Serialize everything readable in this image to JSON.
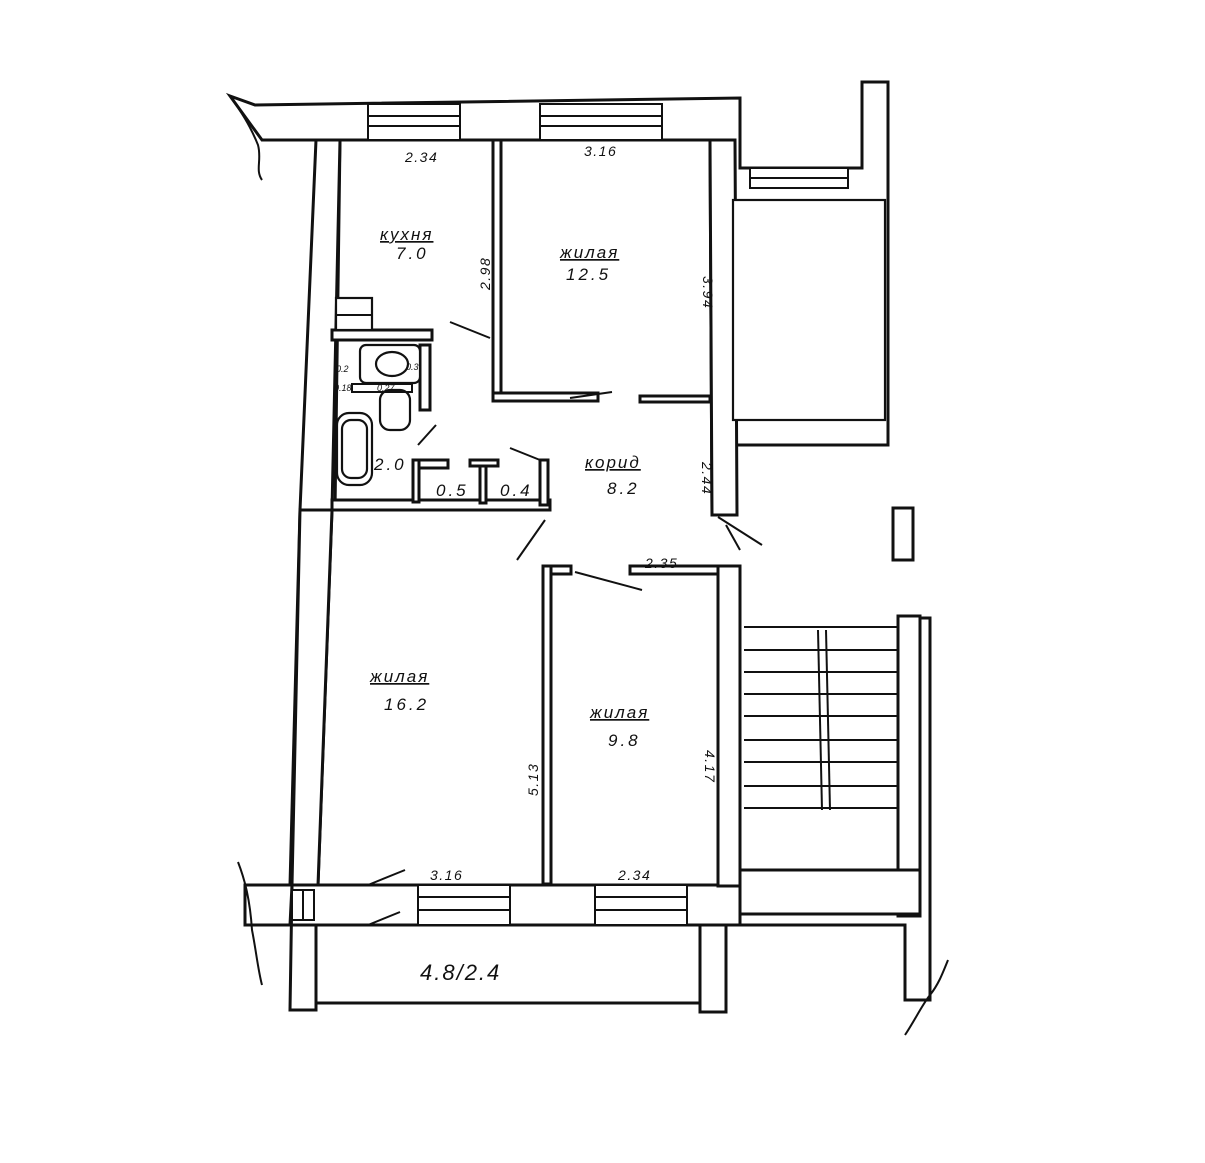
{
  "rooms": {
    "kitchen": {
      "name": "кухня",
      "area": "7.0"
    },
    "living_top": {
      "name": "жилая",
      "area": "12.5"
    },
    "corridor": {
      "name": "корид",
      "area": "8.2"
    },
    "living_left": {
      "name": "жилая",
      "area": "16.2"
    },
    "living_right": {
      "name": "жилая",
      "area": "9.8"
    },
    "bath": {
      "area": "2.0"
    },
    "closet_a": {
      "area": "0.5"
    },
    "closet_b": {
      "area": "0.4"
    }
  },
  "dimensions": {
    "kitchen_width": "2.34",
    "kitchen_depth": "2.98",
    "top_room_width": "3.16",
    "top_room_depth": "3.94",
    "corridor_length": "2.44",
    "right_room_top_width": "2.35",
    "left_room_depth": "5.13",
    "right_room_depth": "4.17",
    "left_room_bottom_width": "3.16",
    "right_room_bottom_width": "2.34",
    "wc_small_1": "0.2",
    "wc_small_2": "0.3",
    "wc_small_3": "0.18",
    "wc_small_4": "0.27",
    "balcony": "4.8/2.4"
  }
}
